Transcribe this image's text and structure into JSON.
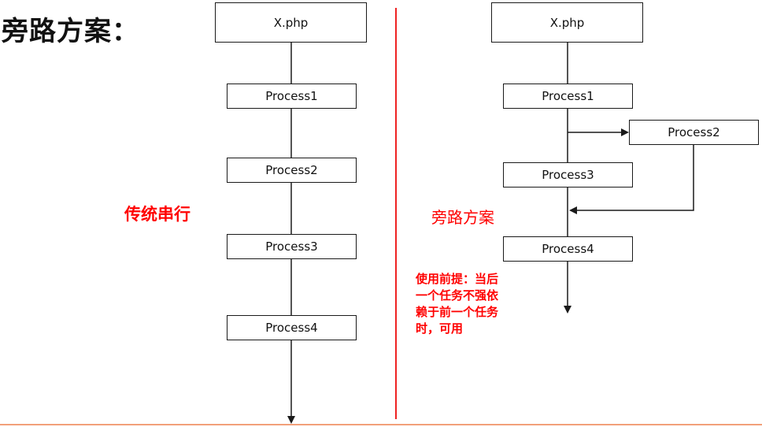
{
  "page_title": "旁路方案：",
  "left": {
    "label": "传统串行",
    "boxes": [
      "X.php",
      "Process1",
      "Process2",
      "Process3",
      "Process4"
    ]
  },
  "right": {
    "label": "旁路方案",
    "boxes": [
      "X.php",
      "Process1",
      "Process2",
      "Process3",
      "Process4"
    ],
    "note_lines": [
      "使用前提：当后",
      "一个任务不强依",
      "赖于前一个任务",
      "时，可用"
    ]
  },
  "colors": {
    "accent_red": "#ff0000",
    "line": "#1a1a1a"
  }
}
